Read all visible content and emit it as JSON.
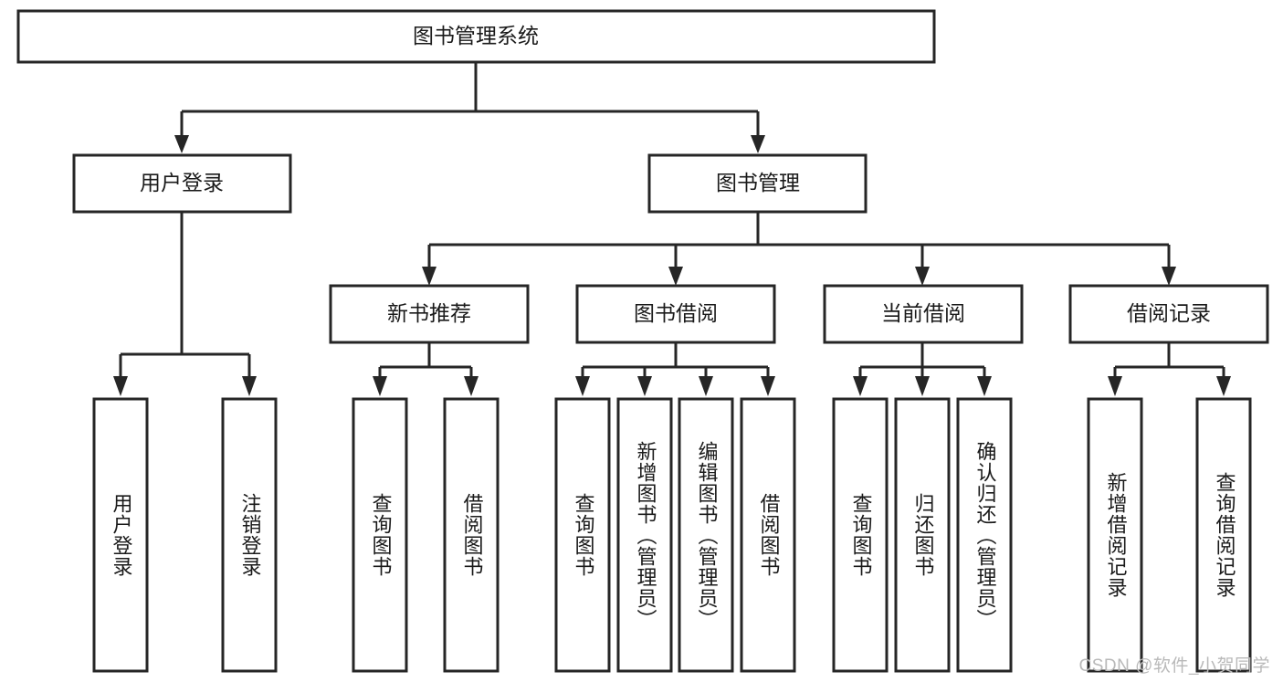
{
  "diagram": {
    "type": "tree",
    "title": "图书管理系统",
    "orientation": "top-down",
    "colors": {
      "box_stroke": "#262626",
      "box_fill": "#ffffff",
      "connector": "#262626",
      "text": "#1a1a1a",
      "background": "#ffffff",
      "watermark": "#b9b9b9"
    },
    "nodes": {
      "root": {
        "label": "图书管理系统",
        "level": 1,
        "orientation": "horizontal"
      },
      "l2": [
        {
          "id": "user-login",
          "label": "用户登录",
          "level": 2,
          "orientation": "horizontal"
        },
        {
          "id": "book-manage",
          "label": "图书管理",
          "level": 2,
          "orientation": "horizontal"
        }
      ],
      "l3": [
        {
          "id": "new-book-recommend",
          "label": "新书推荐",
          "level": 3,
          "orientation": "horizontal",
          "parent": "book-manage"
        },
        {
          "id": "book-borrow",
          "label": "图书借阅",
          "level": 3,
          "orientation": "horizontal",
          "parent": "book-manage"
        },
        {
          "id": "current-borrow",
          "label": "当前借阅",
          "level": 3,
          "orientation": "horizontal",
          "parent": "book-manage"
        },
        {
          "id": "borrow-record",
          "label": "借阅记录",
          "level": 3,
          "orientation": "horizontal",
          "parent": "book-manage"
        }
      ],
      "leaves": [
        {
          "id": "leaf-user-login",
          "label": "用户登录",
          "parent": "user-login",
          "orientation": "vertical"
        },
        {
          "id": "leaf-logout-login",
          "label": "注销登录",
          "parent": "user-login",
          "orientation": "vertical"
        },
        {
          "id": "leaf-query-book-1",
          "label": "查询图书",
          "parent": "new-book-recommend",
          "orientation": "vertical"
        },
        {
          "id": "leaf-borrow-book-1",
          "label": "借阅图书",
          "parent": "new-book-recommend",
          "orientation": "vertical"
        },
        {
          "id": "leaf-query-book-2",
          "label": "查询图书",
          "parent": "book-borrow",
          "orientation": "vertical"
        },
        {
          "id": "leaf-add-book",
          "label": "新增图书（管理员）",
          "parent": "book-borrow",
          "orientation": "vertical"
        },
        {
          "id": "leaf-edit-book",
          "label": "编辑图书（管理员）",
          "parent": "book-borrow",
          "orientation": "vertical"
        },
        {
          "id": "leaf-borrow-book-2",
          "label": "借阅图书",
          "parent": "book-borrow",
          "orientation": "vertical"
        },
        {
          "id": "leaf-query-book-3",
          "label": "查询图书",
          "parent": "current-borrow",
          "orientation": "vertical"
        },
        {
          "id": "leaf-return-book",
          "label": "归还图书",
          "parent": "current-borrow",
          "orientation": "vertical"
        },
        {
          "id": "leaf-confirm-return",
          "label": "确认归还（管理员）",
          "parent": "current-borrow",
          "orientation": "vertical"
        },
        {
          "id": "leaf-add-record",
          "label": "新增借阅记录",
          "parent": "borrow-record",
          "orientation": "vertical"
        },
        {
          "id": "leaf-query-record",
          "label": "查询借阅记录",
          "parent": "borrow-record",
          "orientation": "vertical"
        }
      ]
    },
    "watermark": "CSDN @软件_小贺同学"
  }
}
